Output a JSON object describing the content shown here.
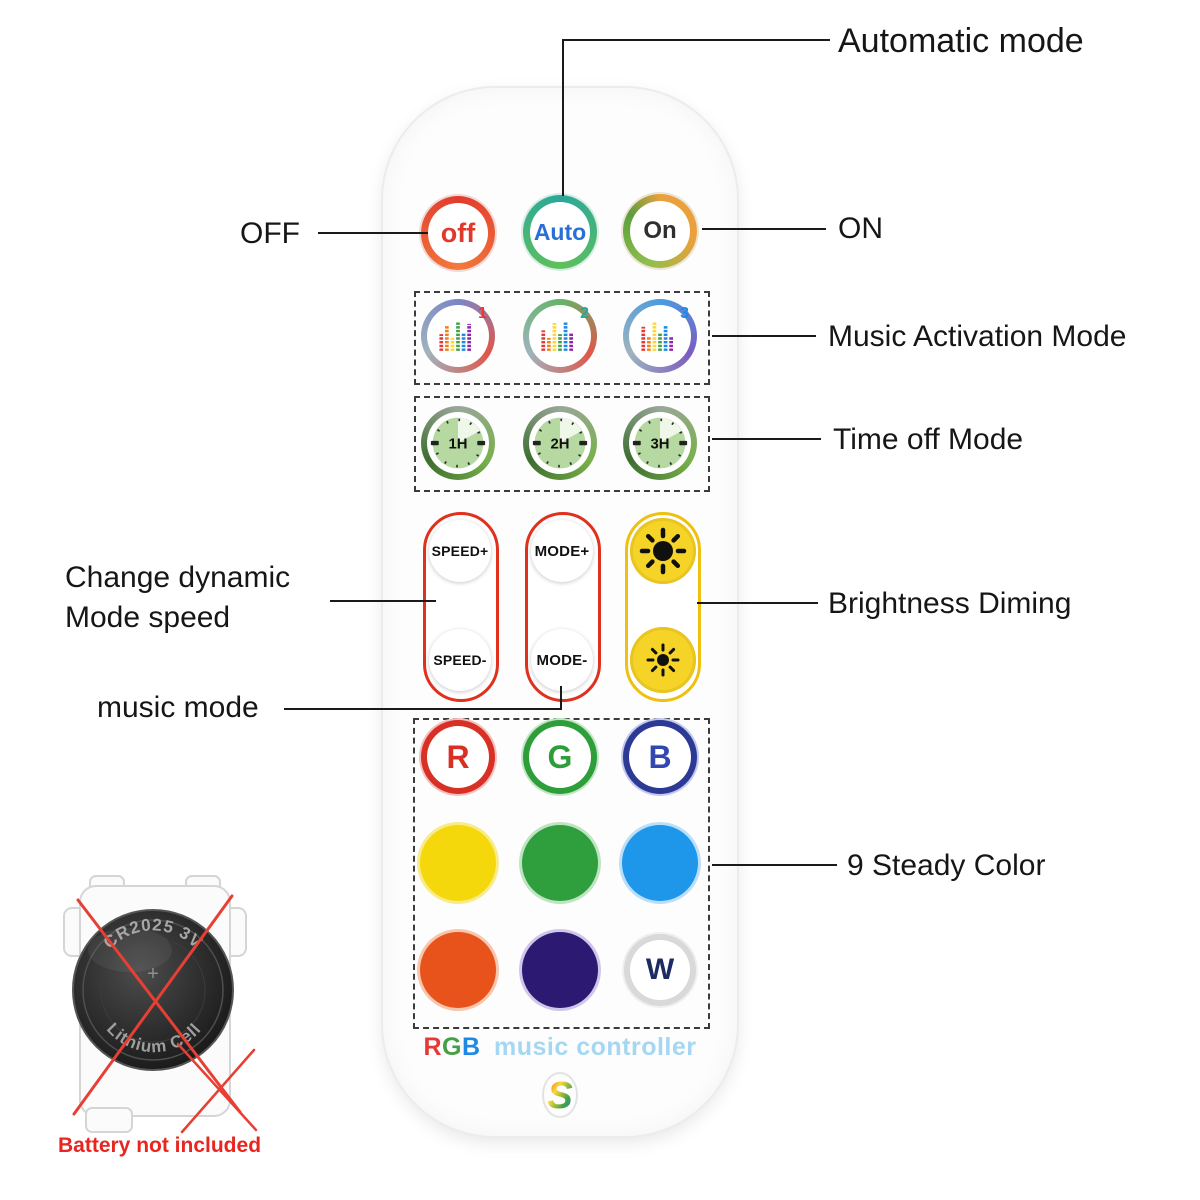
{
  "callouts": {
    "automatic_mode": "Automatic mode",
    "off": "OFF",
    "on": "ON",
    "music_activation_mode": "Music Activation Mode",
    "time_off_mode": "Time off Mode",
    "change_dynamic_line1": "Change dynamic",
    "change_dynamic_line2": "Mode speed",
    "brightness_diming": "Brightness Diming",
    "music_mode": "music mode",
    "steady_color": "9 Steady Color"
  },
  "remote": {
    "power_buttons": {
      "off": "off",
      "auto": "Auto",
      "on": "On"
    },
    "music_buttons": [
      {
        "number": "1"
      },
      {
        "number": "2"
      },
      {
        "number": "3"
      }
    ],
    "timer_buttons": [
      {
        "label": "1H"
      },
      {
        "label": "2H"
      },
      {
        "label": "3H"
      }
    ],
    "speed_buttons": {
      "plus": "SPEED+",
      "minus": "SPEED-"
    },
    "mode_buttons": {
      "plus": "MODE+",
      "minus": "MODE-"
    },
    "color_letter_buttons": {
      "red": "R",
      "green": "G",
      "blue": "B",
      "white": "W"
    },
    "brand": {
      "r": "R",
      "g": "G",
      "b": "B",
      "rest": "music controller"
    },
    "logo": "S"
  },
  "battery": {
    "model": "CR2025 3V",
    "plus": "+",
    "type": "Lithium Cell",
    "note": "Battery not included"
  },
  "icons": {
    "music_button": "equalizer-bars-icon",
    "timer_button": "clock-icon",
    "brightness_up": "sun-filled-icon",
    "brightness_down": "sun-small-icon",
    "battery_cross": "red-cross-icon"
  },
  "palette": {
    "red": "#e53935",
    "green": "#2e9e3a",
    "blue": "#1e88e5",
    "yellow": "#f4d80b",
    "orange": "#e8531c",
    "navy": "#2c1a72",
    "note_red": "#e8251f",
    "callout_line": "#1a1a1a"
  }
}
